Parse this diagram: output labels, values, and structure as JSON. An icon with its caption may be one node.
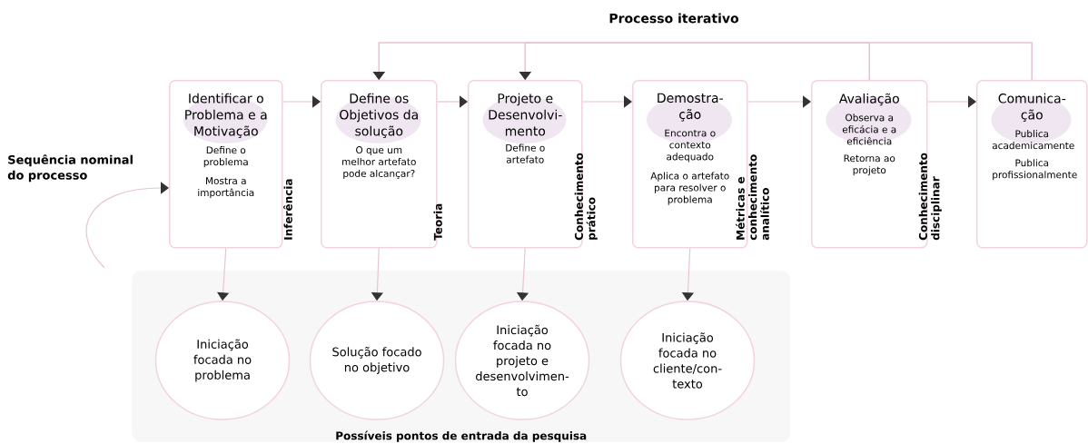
{
  "diagram": {
    "title": "Processo iterativo",
    "nodes": [
      {
        "text": [
          "Identificar o Problema e a Motivação",
          "Define o problema",
          "Mostra a importância"
        ]
      },
      {
        "text": [
          "Define os Objetivos da solução",
          "O que um melhor artefato pode alcançar?"
        ]
      },
      {
        "text": [
          "Projeto e Desenvolvi-mento",
          "Define o artefato"
        ]
      },
      {
        "text": [
          "Demostra-ção",
          "Encontra o contexto adequado",
          "Aplica o artefato para resolver o problema"
        ]
      },
      {
        "text": [
          "Avaliação",
          "Observa a eficácia e a eficiência",
          "Retorna ao projeto"
        ]
      },
      {
        "text": [
          "Comunica-ção",
          "Publica academicamente",
          "Publica profissionalmente"
        ]
      },
      {
        "text": [
          "Possíveis pontos de entrada da pesquisa"
        ]
      },
      {
        "text": [
          "Iniciação focada no problema"
        ],
        "in": 6
      },
      {
        "text": [
          "Solução focado no objetivo"
        ],
        "in": 6
      },
      {
        "text": [
          "Iniciação focada no projeto e desenvolvimen-to"
        ],
        "in": 6
      },
      {
        "text": [
          "Iniciação focada no cliente/con-texto"
        ],
        "in": 6
      }
    ],
    "edges": [
      {
        "from": 0,
        "to": 1,
        "arrow": "to"
      },
      {
        "from": 1,
        "to": 2,
        "arrow": "to"
      },
      {
        "from": 2,
        "to": 3,
        "arrow": "to"
      },
      {
        "from": 3,
        "to": 4,
        "arrow": "to"
      },
      {
        "from": 4,
        "to": 5,
        "arrow": "to"
      },
      {
        "from": 4,
        "to": 1,
        "arrow": "to"
      },
      {
        "from": 4,
        "to": 2,
        "arrow": "to"
      },
      {
        "from": 5,
        "to": 1,
        "arrow": "to"
      },
      {
        "from": 5,
        "to": 2,
        "arrow": "to"
      },
      {
        "from": 0,
        "to": 7,
        "arrow": "to"
      },
      {
        "from": 1,
        "to": 8,
        "arrow": "to"
      },
      {
        "from": 2,
        "to": 9,
        "arrow": "to"
      },
      {
        "from": 3,
        "to": 10,
        "arrow": "to"
      },
      {
        "from": null,
        "to": 0,
        "arrow": "to"
      }
    ],
    "labels": [
      "Sequência nominal do processo",
      "Inferência",
      "Teoria",
      "Conhecimento prático",
      "Métricas e conhecimento analítico",
      "Conhecimento disciplinar"
    ]
  }
}
